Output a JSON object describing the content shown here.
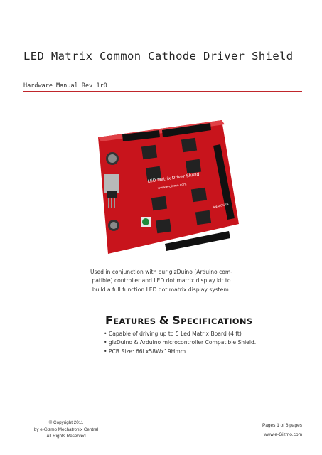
{
  "document": {
    "title": "LED Matrix Common Cathode Driver Shield",
    "subtitle": "Hardware Manual Rev 1r0"
  },
  "board": {
    "label": "LED Matrix Driver Shield",
    "url": "www.e-gizmo.com",
    "analog_label": "ANALOG IN",
    "color": "#c8141c"
  },
  "caption": {
    "lines": [
      "Used in conjunction with our gizDuino (Arduino com-",
      "patible) controller and LED dot matrix display kit to",
      "build a full function LED dot matrix display system."
    ]
  },
  "features": {
    "title_first_initial": "F",
    "title_first_rest": "EATURES",
    "title_amp": "&",
    "title_second_initial": "S",
    "title_second_rest": "PECIFICATIONS",
    "items": [
      "Capable of driving up to 5 Led Matrix Board (4 ft)",
      "gizDuino & Arduino microcontroller Compatible Shield.",
      "PCB Size: 66Lx58Wx19Hmm"
    ]
  },
  "footer": {
    "copyright": "© Copyright 2011",
    "company": "by e-Gizmo Mechatronix Central",
    "rights": "All Rights Reserved",
    "pages": "Pages 1 of 6 pages",
    "website": "www.e-Gizmo.com"
  },
  "colors": {
    "accent": "#c0262b"
  }
}
